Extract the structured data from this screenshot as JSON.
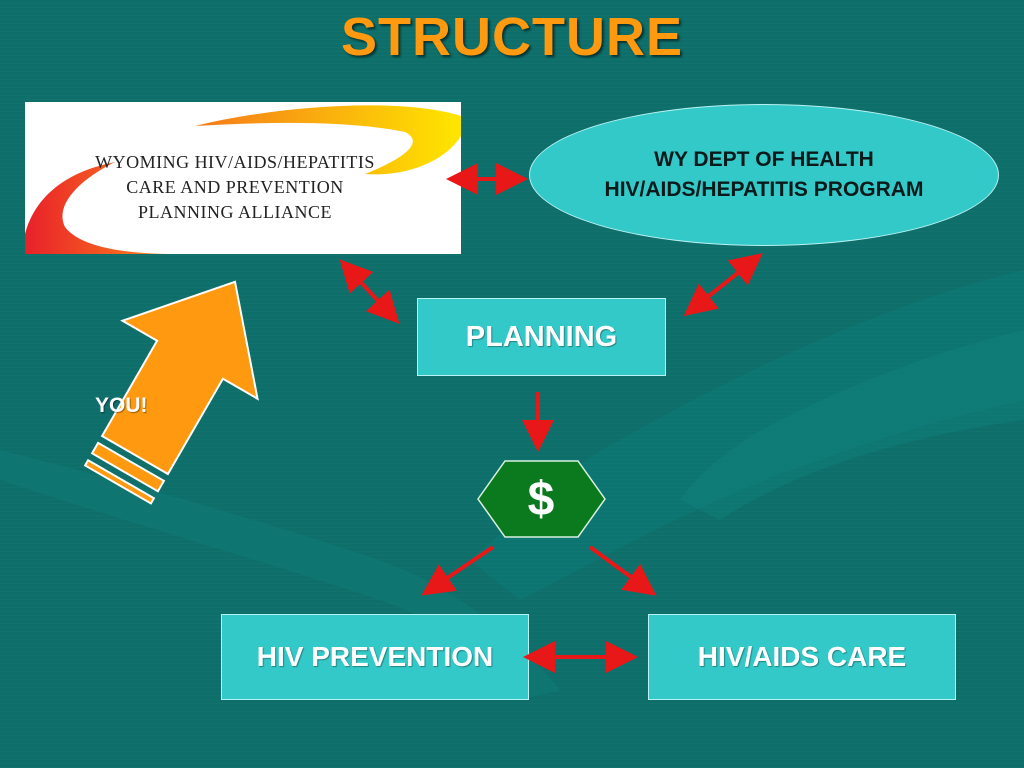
{
  "title": "STRUCTURE",
  "logo": {
    "lines": [
      "WYOMING HIV/AIDS/HEPATITIS",
      "CARE AND PREVENTION",
      "PLANNING ALLIANCE"
    ]
  },
  "dept": {
    "lines": [
      "WY DEPT OF HEALTH",
      "HIV/AIDS/HEPATITIS PROGRAM"
    ]
  },
  "planning": "PLANNING",
  "funding": "$",
  "you": "YOU!",
  "prevention": "HIV PREVENTION",
  "care": "HIV/AIDS CARE",
  "colors": {
    "background": "#0d6e6a",
    "box": "#33c9c9",
    "title": "#ff9a10",
    "arrow": "#e81818",
    "you_arrow": "#ff9a10",
    "dollar_hex": "#0b7a1e"
  }
}
